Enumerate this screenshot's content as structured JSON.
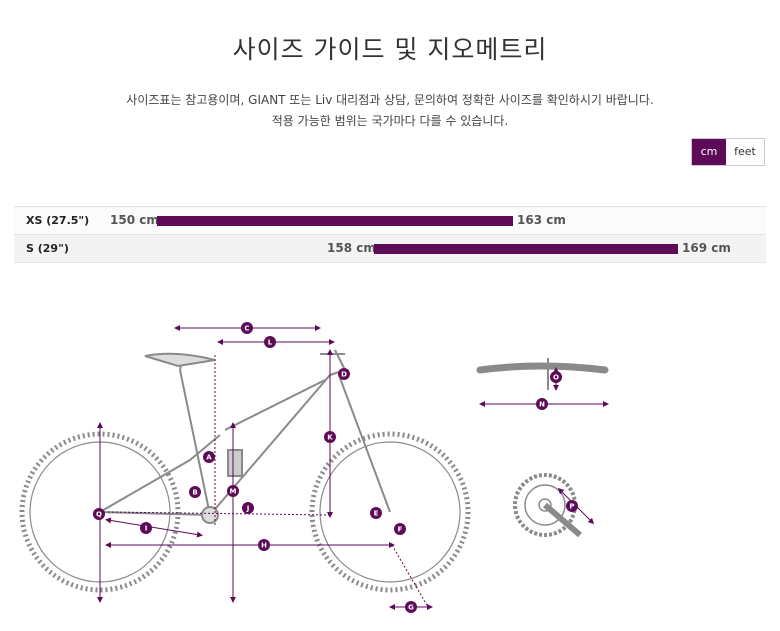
{
  "header": {
    "title": "사이즈 가이드 및 지오메트리",
    "desc_line1": "사이즈표는 참고용이며, GIANT 또는 Liv 대리점과 상담, 문의하여 정확한 사이즈를 확인하시기 바랍니다.",
    "desc_line2": "적용 가능한 범위는 국가마다 다를 수 있습니다."
  },
  "units": {
    "cm": "cm",
    "feet": "feet",
    "active": "cm"
  },
  "sizes": [
    {
      "label": "XS (27.5\")",
      "min": "150 cm",
      "max": "163 cm"
    },
    {
      "label": "S (29\")",
      "min": "158 cm",
      "max": "169 cm"
    }
  ],
  "colors": {
    "accent": "#5d0b56",
    "frame": "#8a8a8a"
  },
  "geometry_labels": [
    "A",
    "B",
    "C",
    "D",
    "E",
    "F",
    "G",
    "H",
    "I",
    "J",
    "K",
    "L",
    "M",
    "N",
    "O",
    "P",
    "Q"
  ]
}
